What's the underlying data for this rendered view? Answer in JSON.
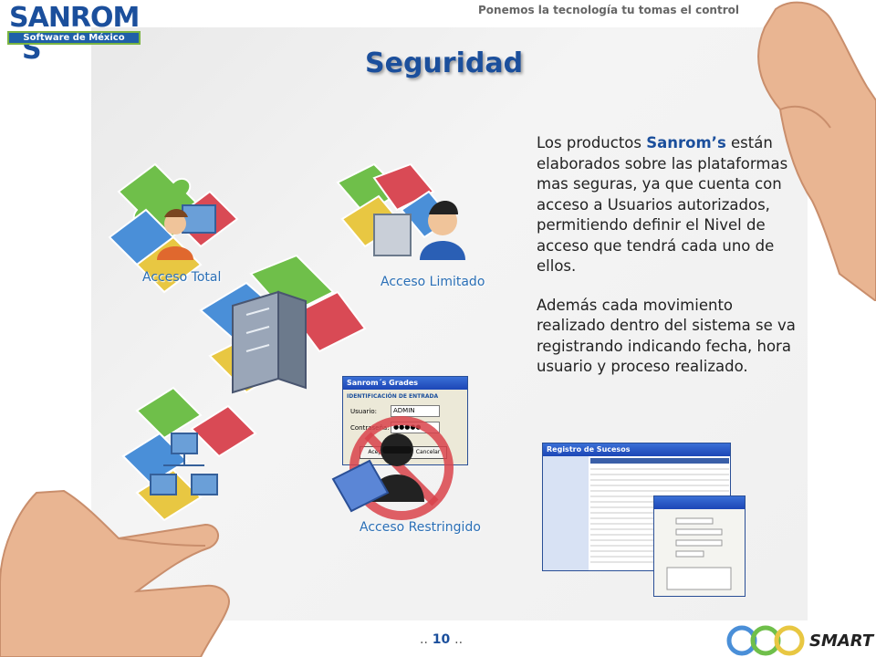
{
  "header": {
    "logo_text": "SANROM´S",
    "logo_sub": "Software de México",
    "tagline": "Ponemos la tecnología tu tomas el control"
  },
  "slide": {
    "title": "Seguridad",
    "para1_pre": "Los productos ",
    "para1_brand": "Sanrom’s",
    "para1_post": " están elaborados sobre las plataformas mas seguras, ya que cuenta con acceso a Usuarios autorizados, permitiendo definir el Nivel de acceso que tendrá cada uno de ellos.",
    "para2": "Además cada movimiento realizado dentro del sistema se va registrando indicando fecha, hora usuario y proceso realizado."
  },
  "diagram": {
    "label_total": "Acceso Total",
    "label_limitado": "Acceso Limitado",
    "label_restringido": "Acceso Restringido"
  },
  "login_dialog": {
    "title": "Sanrom´s Grades",
    "section": "IDENTIFICACIÓN DE ENTRADA",
    "user_label": "Usuario:",
    "user_value": "ADMIN",
    "password_label": "Contraseña:",
    "password_value": "●●●●●",
    "accept_label": "Aceptar",
    "cancel_label": "Cancelar"
  },
  "log_window": {
    "title": "Registro de Sucesos"
  },
  "footer": {
    "page_number": "10",
    "dots_left": "..",
    "dots_right": "..",
    "brand": "SMART"
  },
  "colors": {
    "brand_blue": "#1b4f9c",
    "label_blue": "#2a6fb6"
  }
}
